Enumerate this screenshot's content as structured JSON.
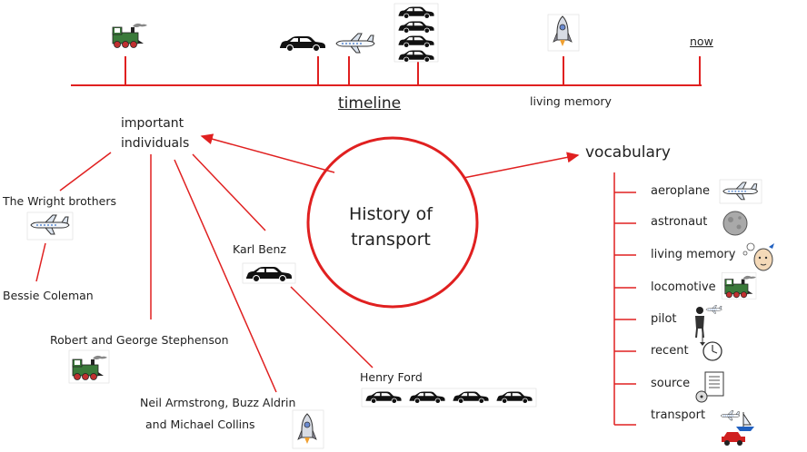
{
  "timeline": {
    "label": "timeline",
    "now_label": "now",
    "living_memory_label": "living memory"
  },
  "center": {
    "title_line1": "History of",
    "title_line2": "transport"
  },
  "individuals": {
    "heading_line1": "important",
    "heading_line2": "individuals",
    "people": [
      "The Wright brothers",
      "Bessie Coleman",
      "Robert and George Stephenson",
      "Neil Armstrong, Buzz Aldrin",
      "and Michael Collins",
      "Karl Benz",
      "Henry Ford"
    ]
  },
  "vocabulary": {
    "heading": "vocabulary",
    "items": [
      {
        "word": "aeroplane",
        "icon": "aeroplane-icon"
      },
      {
        "word": "astronaut",
        "icon": "moon-icon"
      },
      {
        "word": "living memory",
        "icon": "thinking-head-icon"
      },
      {
        "word": "locomotive",
        "icon": "train-icon"
      },
      {
        "word": "pilot",
        "icon": "pilot-icon"
      },
      {
        "word": "recent",
        "icon": "clock-icon"
      },
      {
        "word": "source",
        "icon": "document-icon"
      },
      {
        "word": "transport",
        "icon": "transport-icon"
      }
    ]
  },
  "colors": {
    "line": "#e02020",
    "text": "#222222",
    "car": "#111111",
    "train": "#3a7a3a",
    "rocket": "#8a8a9a"
  }
}
